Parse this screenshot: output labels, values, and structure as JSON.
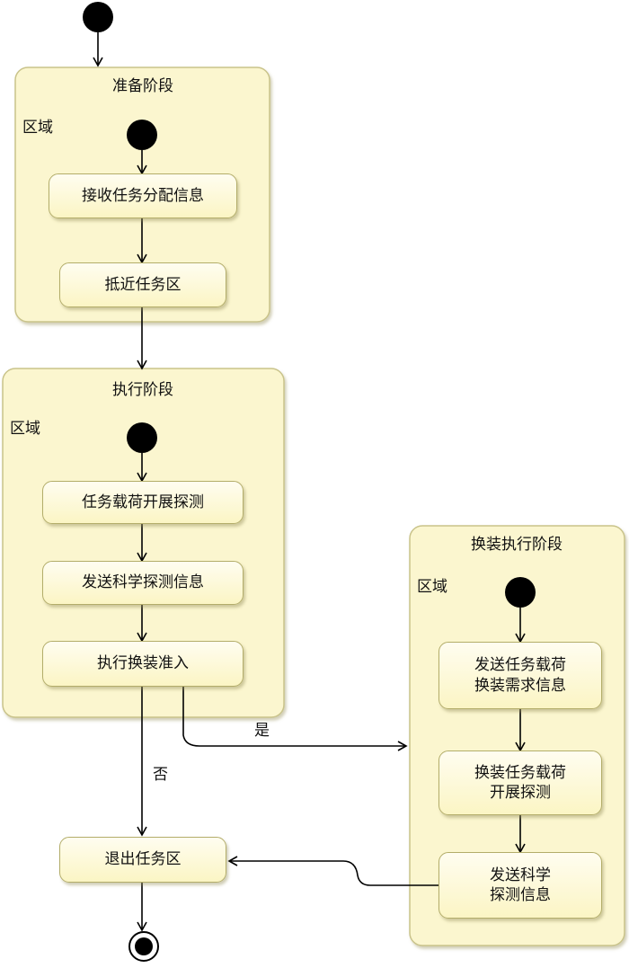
{
  "phases": {
    "prepare": {
      "title": "准备阶段",
      "region": "区域",
      "actions": [
        [
          "接收任务分配信息"
        ],
        [
          "抵近任务区"
        ]
      ]
    },
    "execute": {
      "title": "执行阶段",
      "region": "区域",
      "actions": [
        [
          "任务载荷开展探测"
        ],
        [
          "发送科学探测信息"
        ],
        [
          "执行换装准入"
        ]
      ]
    },
    "swap": {
      "title": "换装执行阶段",
      "region": "区域",
      "actions": [
        [
          "发送任务载荷",
          "换装需求信息"
        ],
        [
          "换装任务载荷",
          "开展探测"
        ],
        [
          "发送科学",
          "探测信息"
        ]
      ]
    }
  },
  "exit_action": "退出任务区",
  "guards": {
    "yes": "是",
    "no": "否"
  },
  "colors": {
    "region_fill": "#fbf6cf",
    "region_border": "#c9c38a",
    "action_fill": "#fbf5c4",
    "action_border": "#b3ad6a",
    "line": "#000000"
  }
}
